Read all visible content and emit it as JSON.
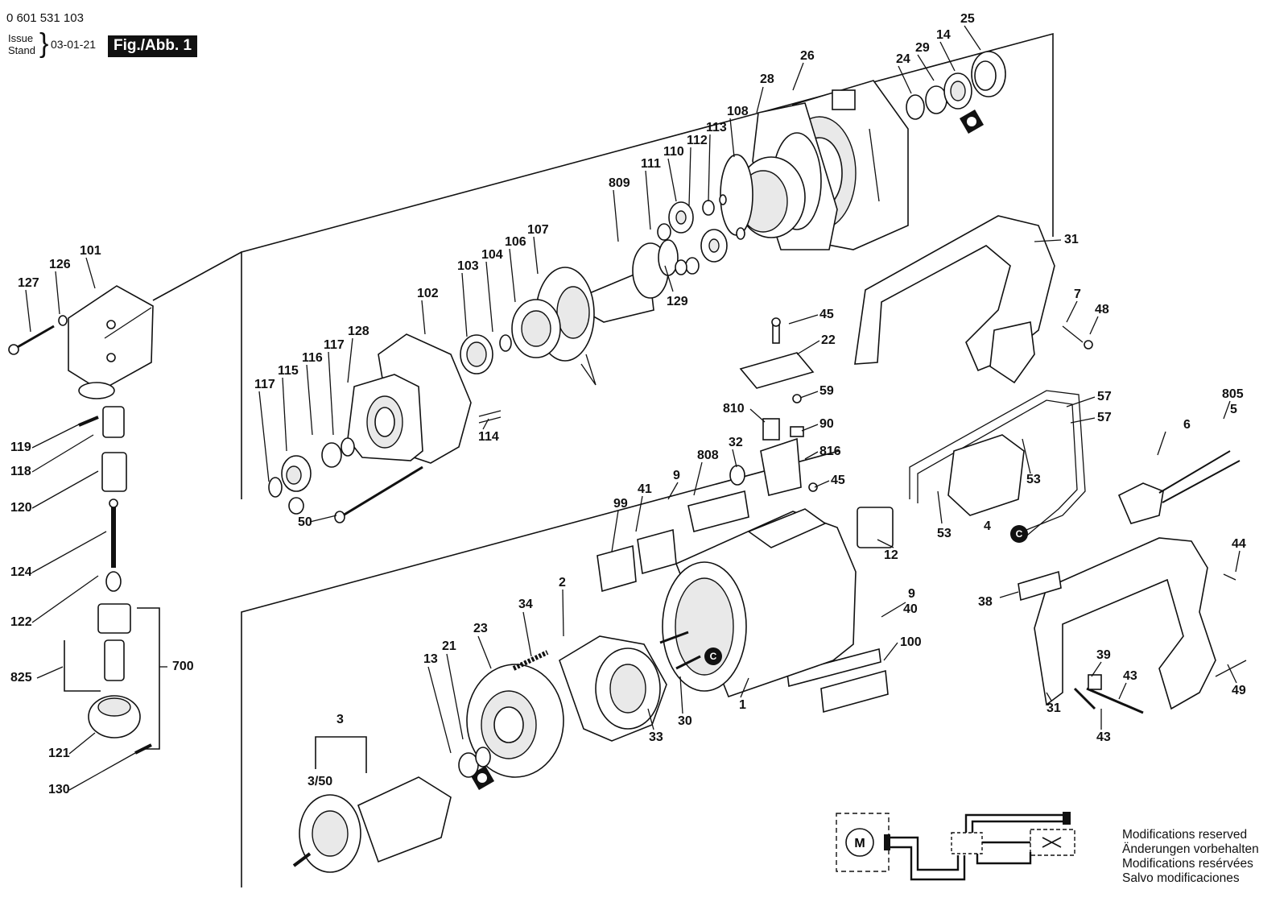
{
  "header": {
    "doc_number": "0 601 531 103",
    "issue_label": "Issue",
    "stand_label": "Stand",
    "issue_date": "03-01-21",
    "figure_tag": "Fig./Abb. 1"
  },
  "notes": [
    "Modifications reserved",
    "Änderungen vorbehalten",
    "Modifications resérvées",
    "Salvo modificaciones"
  ],
  "callouts": [
    {
      "id": "c-25",
      "text": "25"
    },
    {
      "id": "c-29",
      "text": "29"
    },
    {
      "id": "c-24",
      "text": "24"
    },
    {
      "id": "c-14",
      "text": "14"
    },
    {
      "id": "c-26",
      "text": "26"
    },
    {
      "id": "c-28",
      "text": "28"
    },
    {
      "id": "c-108",
      "text": "108"
    },
    {
      "id": "c-113",
      "text": "113"
    },
    {
      "id": "c-112",
      "text": "112"
    },
    {
      "id": "c-110",
      "text": "110"
    },
    {
      "id": "c-111",
      "text": "111"
    },
    {
      "id": "c-809",
      "text": "809"
    },
    {
      "id": "c-129",
      "text": "129"
    },
    {
      "id": "c-107",
      "text": "107"
    },
    {
      "id": "c-106",
      "text": "106"
    },
    {
      "id": "c-104",
      "text": "104"
    },
    {
      "id": "c-103",
      "text": "103"
    },
    {
      "id": "c-102",
      "text": "102"
    },
    {
      "id": "c-128",
      "text": "128"
    },
    {
      "id": "c-117a",
      "text": "117"
    },
    {
      "id": "c-116",
      "text": "116"
    },
    {
      "id": "c-115",
      "text": "115"
    },
    {
      "id": "c-117b",
      "text": "117"
    },
    {
      "id": "c-114",
      "text": "114"
    },
    {
      "id": "c-50",
      "text": "50"
    },
    {
      "id": "c-101",
      "text": "101"
    },
    {
      "id": "c-126",
      "text": "126"
    },
    {
      "id": "c-127",
      "text": "127"
    },
    {
      "id": "c-119",
      "text": "119"
    },
    {
      "id": "c-118",
      "text": "118"
    },
    {
      "id": "c-120",
      "text": "120"
    },
    {
      "id": "c-124",
      "text": "124"
    },
    {
      "id": "c-122",
      "text": "122"
    },
    {
      "id": "c-825",
      "text": "825"
    },
    {
      "id": "c-700",
      "text": "700"
    },
    {
      "id": "c-121",
      "text": "121"
    },
    {
      "id": "c-130",
      "text": "130"
    },
    {
      "id": "c-31a",
      "text": "31"
    },
    {
      "id": "c-7",
      "text": "7"
    },
    {
      "id": "c-48",
      "text": "48"
    },
    {
      "id": "c-45a",
      "text": "45"
    },
    {
      "id": "c-22",
      "text": "22"
    },
    {
      "id": "c-59",
      "text": "59"
    },
    {
      "id": "c-810",
      "text": "810"
    },
    {
      "id": "c-90",
      "text": "90"
    },
    {
      "id": "c-32",
      "text": "32"
    },
    {
      "id": "c-816",
      "text": "816"
    },
    {
      "id": "c-45b",
      "text": "45"
    },
    {
      "id": "c-808",
      "text": "808"
    },
    {
      "id": "c-9a",
      "text": "9"
    },
    {
      "id": "c-41",
      "text": "41"
    },
    {
      "id": "c-99",
      "text": "99"
    },
    {
      "id": "c-57a",
      "text": "57"
    },
    {
      "id": "c-57b",
      "text": "57"
    },
    {
      "id": "c-805",
      "text": "805"
    },
    {
      "id": "c-5",
      "text": "5"
    },
    {
      "id": "c-6",
      "text": "6"
    },
    {
      "id": "c-53a",
      "text": "53"
    },
    {
      "id": "c-53b",
      "text": "53"
    },
    {
      "id": "c-4",
      "text": "4"
    },
    {
      "id": "c-12",
      "text": "12"
    },
    {
      "id": "c-44",
      "text": "44"
    },
    {
      "id": "c-38",
      "text": "38"
    },
    {
      "id": "c-9b",
      "text": "9"
    },
    {
      "id": "c-40",
      "text": "40"
    },
    {
      "id": "c-100",
      "text": "100"
    },
    {
      "id": "c-2",
      "text": "2"
    },
    {
      "id": "c-34",
      "text": "34"
    },
    {
      "id": "c-23",
      "text": "23"
    },
    {
      "id": "c-21",
      "text": "21"
    },
    {
      "id": "c-13",
      "text": "13"
    },
    {
      "id": "c-33",
      "text": "33"
    },
    {
      "id": "c-30",
      "text": "30"
    },
    {
      "id": "c-1",
      "text": "1"
    },
    {
      "id": "c-3",
      "text": "3"
    },
    {
      "id": "c-350",
      "text": "3/50"
    },
    {
      "id": "c-39",
      "text": "39"
    },
    {
      "id": "c-43a",
      "text": "43"
    },
    {
      "id": "c-43b",
      "text": "43"
    },
    {
      "id": "c-31b",
      "text": "31"
    },
    {
      "id": "c-49",
      "text": "49"
    }
  ],
  "markers": [
    {
      "id": "m-c1",
      "text": "C"
    },
    {
      "id": "m-c2",
      "text": "C"
    }
  ],
  "schematic": {
    "motor_symbol": "M"
  }
}
